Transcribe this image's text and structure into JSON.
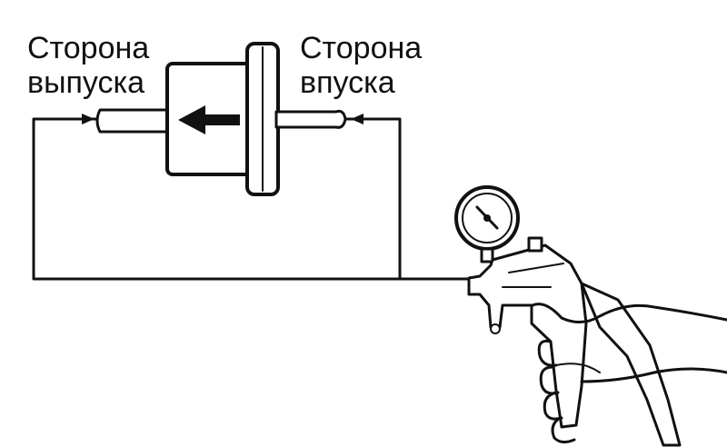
{
  "labels": {
    "outlet": {
      "line1": "Сторона",
      "line2": "выпуска"
    },
    "inlet": {
      "line1": "Сторона",
      "line2": "впуска"
    }
  },
  "colors": {
    "ink": "#111111",
    "paper": "#ffffff"
  }
}
